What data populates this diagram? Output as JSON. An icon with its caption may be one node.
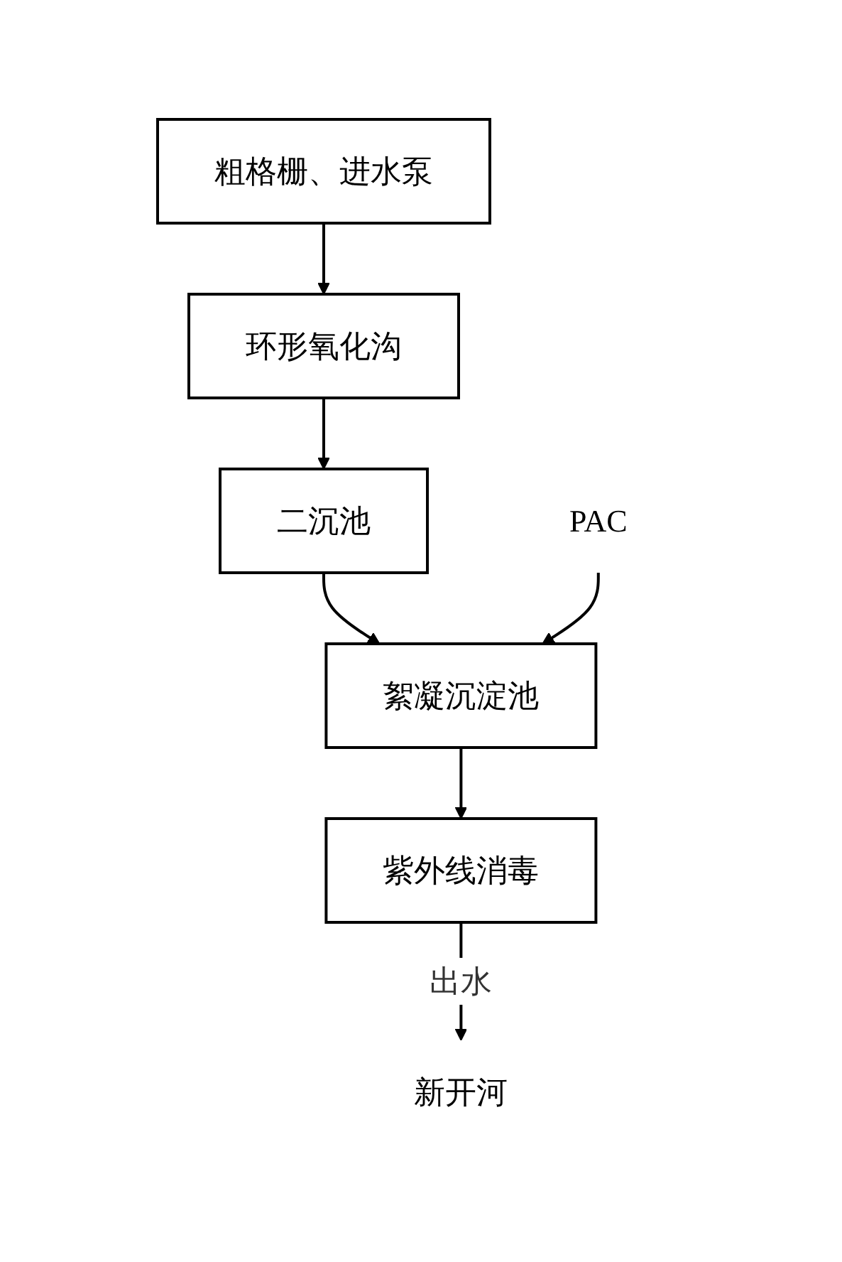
{
  "diagram": {
    "nodes": [
      {
        "text": [
          "粗格栅、进水泵"
        ]
      },
      {
        "text": [
          "环形氧化沟"
        ]
      },
      {
        "text": [
          "二沉池"
        ]
      },
      {
        "text": [
          "絮凝沉淀池"
        ]
      },
      {
        "text": [
          "紫外线消毒"
        ]
      },
      {
        "text": [
          "PAC"
        ]
      },
      {
        "text": [
          "新开河"
        ]
      }
    ],
    "edges": [
      {
        "from": 0,
        "to": 1,
        "arrow": "to"
      },
      {
        "from": 1,
        "to": 2,
        "arrow": "to"
      },
      {
        "from": 2,
        "to": 3,
        "arrow": "to"
      },
      {
        "from": 5,
        "to": 3,
        "arrow": "to"
      },
      {
        "from": 3,
        "to": 4,
        "arrow": "to"
      },
      {
        "from": 4,
        "to": 6,
        "label": "出水",
        "arrow": "to"
      }
    ]
  }
}
